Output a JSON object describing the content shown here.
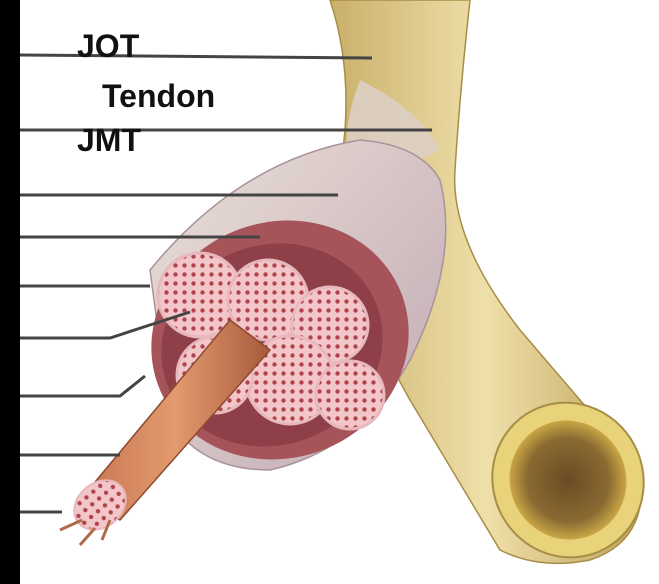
{
  "labels": {
    "jot": "JOT",
    "tendon": "Tendon",
    "jmt": "JMT"
  },
  "colors": {
    "bone_outer": "#e2cf8f",
    "bone_marrow": "#7a5a2a",
    "muscle_sheath": "#d4c2c8",
    "muscle_red": "#a9545a",
    "fiber_pink": "#f3c4c8",
    "fiber_dot": "#b8484f",
    "frame": "#000000"
  },
  "icons": [
    "bone-illustration",
    "muscle-illustration",
    "leader-lines"
  ]
}
